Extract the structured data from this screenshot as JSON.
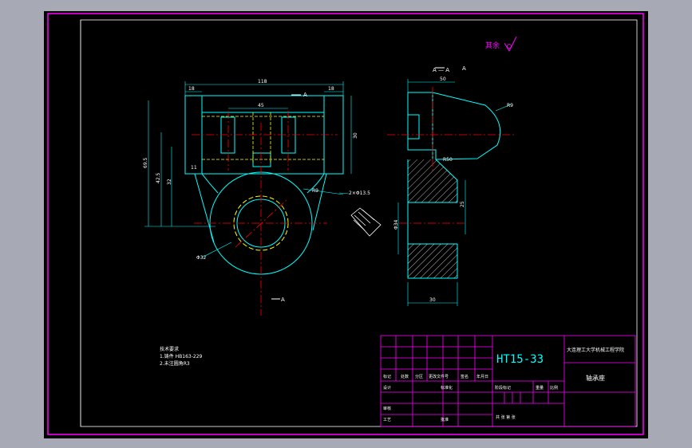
{
  "drawing": {
    "roughness_note": "其余",
    "tech_req": [
      "技术要求",
      "1.铸件 HB163-229",
      "2.未注圆角R3"
    ],
    "dims": {
      "overall_width": "118",
      "left_lug": "18",
      "right_lug": "18",
      "slot_width": "45",
      "height_total": "69.5",
      "height_mid": "42.5",
      "height_low": "32",
      "center_h": "11",
      "right_height": "30",
      "bolt_hole": "2×Φ13.5",
      "radius_small": "R9",
      "diameter": "Φ32",
      "side_top": "50",
      "side_r": "R9",
      "side_bottom_w": "30",
      "side_bore": "Φ34",
      "side_h": "25",
      "side_angle": "R50"
    },
    "section_marks": {
      "a1": "A",
      "a2": "A",
      "a3": "A",
      "side": "A — A"
    }
  },
  "title_block": {
    "material": "HT15-33",
    "school": "大连理工大学机械工程学院",
    "part_name": "轴承座",
    "row_labels": [
      "标记",
      "处数",
      "分区",
      "更改文件号",
      "签名",
      "年月日"
    ],
    "designer": "设计",
    "standardization": "标准化",
    "stage_mark": "阶段标记",
    "weight": "重量",
    "scale": "比例",
    "checker": "审核",
    "process": "工艺",
    "approve": "批准",
    "sheet": "共 张 第 张"
  },
  "colors": {
    "background": "#a7aab5",
    "sheet": "#000000",
    "border": "#ff00ff",
    "outline": "#00ffff",
    "center": "#ff0000",
    "hidden": "#ffff00",
    "text": "#ffffff"
  }
}
